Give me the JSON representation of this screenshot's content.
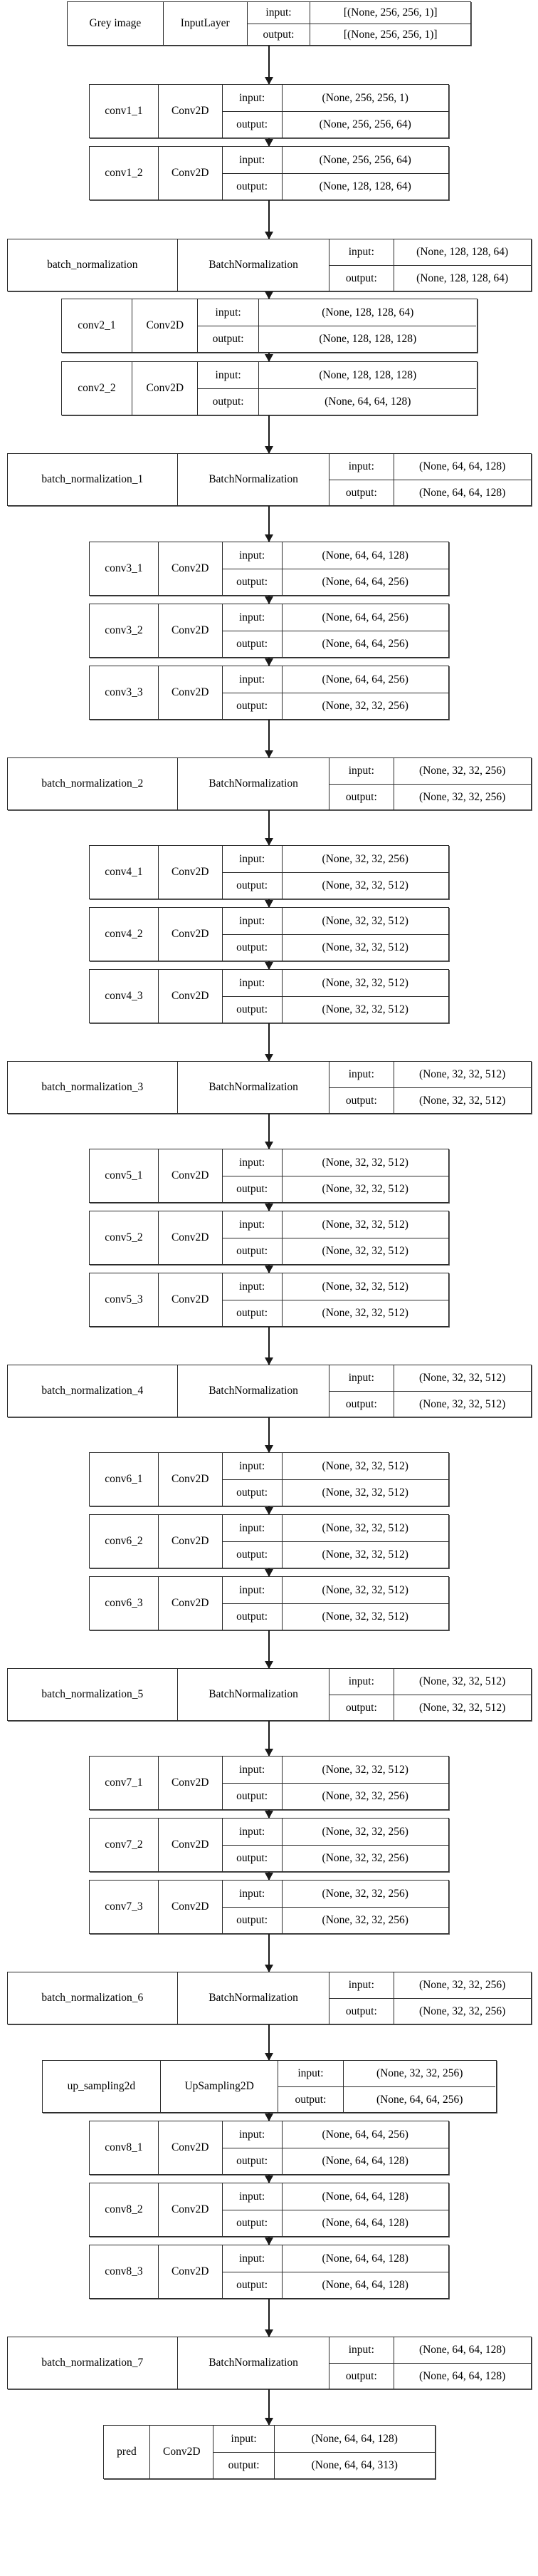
{
  "diagram": {
    "type": "keras-model-plot",
    "title": "",
    "io_labels": {
      "input": "input:",
      "output": "output:"
    },
    "nodes": [
      {
        "name": "Grey image",
        "class": "InputLayer",
        "input": "[(None, 256, 256, 1)]",
        "output": "[(None, 256, 256, 1)]",
        "width_class": "w-input"
      },
      {
        "name": "conv1_1",
        "class": "Conv2D",
        "input": "(None, 256, 256, 1)",
        "output": "(None, 256, 256, 64)",
        "width_class": "w-conv"
      },
      {
        "name": "conv1_2",
        "class": "Conv2D",
        "input": "(None, 256, 256, 64)",
        "output": "(None, 128, 128, 64)",
        "width_class": "w-conv"
      },
      {
        "name": "batch_normalization",
        "class": "BatchNormalization",
        "input": "(None, 128, 128, 64)",
        "output": "(None, 128, 128, 64)",
        "width_class": "w-bn"
      },
      {
        "name": "conv2_1",
        "class": "Conv2D",
        "input": "(None, 128, 128, 64)",
        "output": "(None, 128, 128, 128)",
        "width_class": "w-conv-l"
      },
      {
        "name": "conv2_2",
        "class": "Conv2D",
        "input": "(None, 128, 128, 128)",
        "output": "(None, 64, 64, 128)",
        "width_class": "w-conv-l"
      },
      {
        "name": "batch_normalization_1",
        "class": "BatchNormalization",
        "input": "(None, 64, 64, 128)",
        "output": "(None, 64, 64, 128)",
        "width_class": "w-bn"
      },
      {
        "name": "conv3_1",
        "class": "Conv2D",
        "input": "(None, 64, 64, 128)",
        "output": "(None, 64, 64, 256)",
        "width_class": "w-conv"
      },
      {
        "name": "conv3_2",
        "class": "Conv2D",
        "input": "(None, 64, 64, 256)",
        "output": "(None, 64, 64, 256)",
        "width_class": "w-conv"
      },
      {
        "name": "conv3_3",
        "class": "Conv2D",
        "input": "(None, 64, 64, 256)",
        "output": "(None, 32, 32, 256)",
        "width_class": "w-conv"
      },
      {
        "name": "batch_normalization_2",
        "class": "BatchNormalization",
        "input": "(None, 32, 32, 256)",
        "output": "(None, 32, 32, 256)",
        "width_class": "w-bn"
      },
      {
        "name": "conv4_1",
        "class": "Conv2D",
        "input": "(None, 32, 32, 256)",
        "output": "(None, 32, 32, 512)",
        "width_class": "w-conv"
      },
      {
        "name": "conv4_2",
        "class": "Conv2D",
        "input": "(None, 32, 32, 512)",
        "output": "(None, 32, 32, 512)",
        "width_class": "w-conv"
      },
      {
        "name": "conv4_3",
        "class": "Conv2D",
        "input": "(None, 32, 32, 512)",
        "output": "(None, 32, 32, 512)",
        "width_class": "w-conv"
      },
      {
        "name": "batch_normalization_3",
        "class": "BatchNormalization",
        "input": "(None, 32, 32, 512)",
        "output": "(None, 32, 32, 512)",
        "width_class": "w-bn"
      },
      {
        "name": "conv5_1",
        "class": "Conv2D",
        "input": "(None, 32, 32, 512)",
        "output": "(None, 32, 32, 512)",
        "width_class": "w-conv"
      },
      {
        "name": "conv5_2",
        "class": "Conv2D",
        "input": "(None, 32, 32, 512)",
        "output": "(None, 32, 32, 512)",
        "width_class": "w-conv"
      },
      {
        "name": "conv5_3",
        "class": "Conv2D",
        "input": "(None, 32, 32, 512)",
        "output": "(None, 32, 32, 512)",
        "width_class": "w-conv"
      },
      {
        "name": "batch_normalization_4",
        "class": "BatchNormalization",
        "input": "(None, 32, 32, 512)",
        "output": "(None, 32, 32, 512)",
        "width_class": "w-bn"
      },
      {
        "name": "conv6_1",
        "class": "Conv2D",
        "input": "(None, 32, 32, 512)",
        "output": "(None, 32, 32, 512)",
        "width_class": "w-conv"
      },
      {
        "name": "conv6_2",
        "class": "Conv2D",
        "input": "(None, 32, 32, 512)",
        "output": "(None, 32, 32, 512)",
        "width_class": "w-conv"
      },
      {
        "name": "conv6_3",
        "class": "Conv2D",
        "input": "(None, 32, 32, 512)",
        "output": "(None, 32, 32, 512)",
        "width_class": "w-conv"
      },
      {
        "name": "batch_normalization_5",
        "class": "BatchNormalization",
        "input": "(None, 32, 32, 512)",
        "output": "(None, 32, 32, 512)",
        "width_class": "w-bn"
      },
      {
        "name": "conv7_1",
        "class": "Conv2D",
        "input": "(None, 32, 32, 512)",
        "output": "(None, 32, 32, 256)",
        "width_class": "w-conv"
      },
      {
        "name": "conv7_2",
        "class": "Conv2D",
        "input": "(None, 32, 32, 256)",
        "output": "(None, 32, 32, 256)",
        "width_class": "w-conv"
      },
      {
        "name": "conv7_3",
        "class": "Conv2D",
        "input": "(None, 32, 32, 256)",
        "output": "(None, 32, 32, 256)",
        "width_class": "w-conv"
      },
      {
        "name": "batch_normalization_6",
        "class": "BatchNormalization",
        "input": "(None, 32, 32, 256)",
        "output": "(None, 32, 32, 256)",
        "width_class": "w-bn"
      },
      {
        "name": "up_sampling2d",
        "class": "UpSampling2D",
        "input": "(None, 32, 32, 256)",
        "output": "(None, 64, 64, 256)",
        "width_class": "w-up"
      },
      {
        "name": "conv8_1",
        "class": "Conv2D",
        "input": "(None, 64, 64, 256)",
        "output": "(None, 64, 64, 128)",
        "width_class": "w-conv"
      },
      {
        "name": "conv8_2",
        "class": "Conv2D",
        "input": "(None, 64, 64, 128)",
        "output": "(None, 64, 64, 128)",
        "width_class": "w-conv"
      },
      {
        "name": "conv8_3",
        "class": "Conv2D",
        "input": "(None, 64, 64, 128)",
        "output": "(None, 64, 64, 128)",
        "width_class": "w-conv"
      },
      {
        "name": "batch_normalization_7",
        "class": "BatchNormalization",
        "input": "(None, 64, 64, 128)",
        "output": "(None, 64, 64, 128)",
        "width_class": "w-bn"
      },
      {
        "name": "pred",
        "class": "Conv2D",
        "input": "(None, 64, 64, 128)",
        "output": "(None, 64, 64, 313)",
        "width_class": "w-pred"
      }
    ]
  }
}
